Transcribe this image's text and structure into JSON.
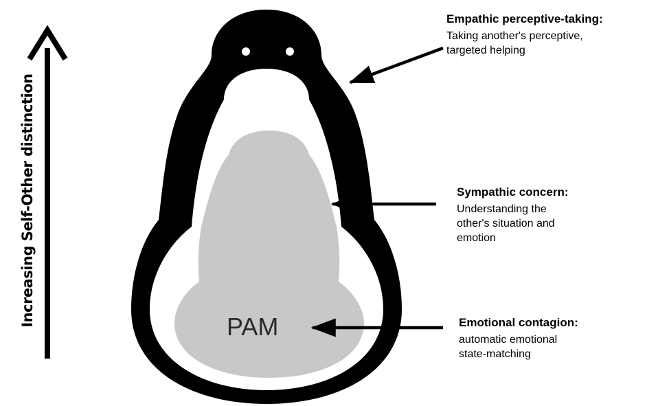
{
  "axis": {
    "label": "Increasing Self-Other distinction"
  },
  "core_label": "PAM",
  "callouts": [
    {
      "title": "Empathic perceptive-taking:",
      "lines": [
        "Taking another's perceptive,",
        "targeted helping"
      ]
    },
    {
      "title": "Sympathic concern:",
      "lines": [
        "Understanding the",
        "other's situation and",
        "emotion"
      ]
    },
    {
      "title": "Emotional contagion:",
      "lines": [
        "automatic emotional",
        "state-matching"
      ]
    }
  ],
  "colors": {
    "outer_layer": "#000000",
    "middle_layer": "#ffffff",
    "inner_core": "#c8c8c8",
    "arrows": "#000000"
  }
}
